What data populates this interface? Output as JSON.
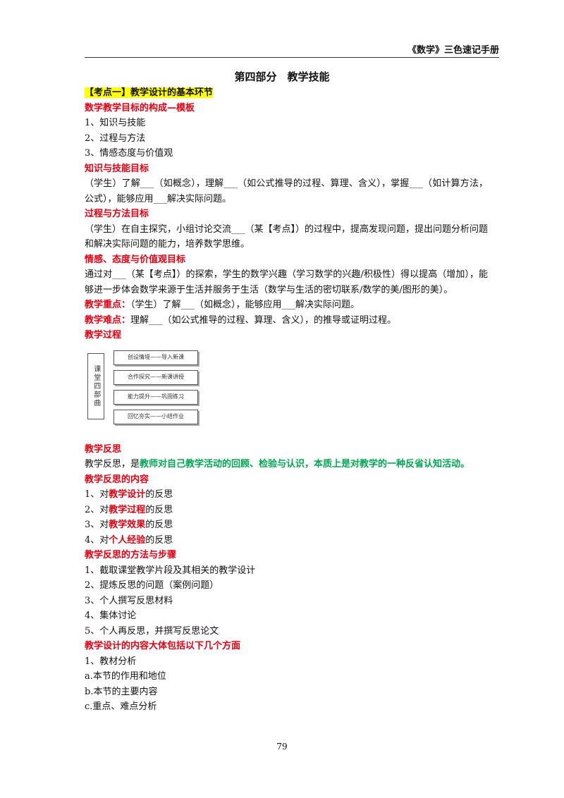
{
  "header": {
    "title": "《数学》三色速记手册"
  },
  "page_title": "第四部分　教学技能",
  "section_label": "【考点一】教学设计的基本环节",
  "goal_heading": "数学教学目标的构成—模板",
  "goal_items": [
    "1、知识与技能",
    "2、过程与方法",
    "3、情感态度与价值观"
  ],
  "knowledge": {
    "heading": "知识与技能目标",
    "text": "（学生）了解___（如概念），理解___（如公式推导的过程、算理、含义），掌握___（如计算方法，公式），能够应用___解决实际问题。"
  },
  "process": {
    "heading": "过程与方法目标",
    "text": "（学生）在自主探究，小组讨论交流___（某【考点】）的过程中，提高发现问题，提出问题分析问题和解决实际问题的能力，培养数学思维。"
  },
  "emotion": {
    "heading": "情感、态度与价值观目标",
    "text": "通过对___（某【考点】）的探索，学生的数学兴趣（学习数学的兴趣/积极性）得以提高（增加），能够进一步体会数学来源于生活并服务于生活（数学与生活的密切联系/数学的美/图形的美）。"
  },
  "key_point": {
    "label": "教学重点：",
    "text": "（学生）了解___（如概念），能够应用___解决实际问题。"
  },
  "difficult_point": {
    "label": "教学难点：",
    "text": "理解___（如公式推导的过程、算理、含义），的推导或证明过程。"
  },
  "process_heading": "教学过程",
  "diagram": {
    "left_label": "课堂四部曲",
    "boxes": [
      "创设情境——导入新课",
      "合作探究——新课讲授",
      "能力提升——巩固练习",
      "回忆夯实——小结作业"
    ]
  },
  "reflection": {
    "heading": "教学反思",
    "prefix": "教学反思，是",
    "definition": "教师对自己教学活动的回顾、检验与认识，本质上是对教学的一种反省认知活动。"
  },
  "reflection_content": {
    "heading": "教学反思的内容",
    "items": [
      {
        "num": "1、对",
        "key": "教学设计",
        "suffix": "的反思"
      },
      {
        "num": "2、对",
        "key": "教学过程",
        "suffix": "的反思"
      },
      {
        "num": "3、对",
        "key": "教学效果",
        "suffix": "的反思"
      },
      {
        "num": "4、对",
        "key": "个人经验",
        "suffix": "的反思"
      }
    ]
  },
  "reflection_method": {
    "heading": "教学反思的方法与步骤",
    "items": [
      "1、截取课堂教学片段及其相关的教学设计",
      "2、提炼反思的问题（案例问题）",
      "3、个人撰写反思材料",
      "4、集体讨论",
      "5、个人再反思，并撰写反思论文"
    ]
  },
  "design_content": {
    "heading": "教学设计的内容大体包括以下几个方面",
    "items": [
      "1、教材分析",
      "a.本节的作用和地位",
      "b.本节的主要内容",
      "c.重点、难点分析"
    ]
  },
  "page_number": "79"
}
